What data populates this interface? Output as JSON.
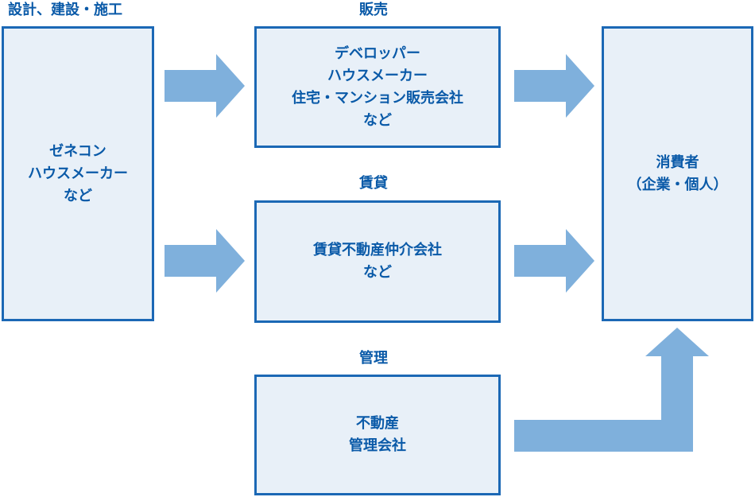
{
  "headers": {
    "design_build": "設計、建設・施工",
    "sales": "販売",
    "rental": "賃貸",
    "management": "管理"
  },
  "boxes": {
    "general_contractor": [
      "ゼネコン",
      "ハウスメーカー",
      "など"
    ],
    "sales_companies": [
      "デベロッパー",
      "ハウスメーカー",
      "住宅・マンション販売会社",
      "など"
    ],
    "rental_agencies": [
      "賃貸不動産仲介会社",
      "など"
    ],
    "management_companies": [
      "不動産",
      "管理会社"
    ],
    "consumers": [
      "消費者",
      "（企業・個人）"
    ]
  },
  "colors": {
    "box_border": "#1b68b5",
    "box_fill": "#e8f0f8",
    "text": "#0a5aa8",
    "arrow": "#7fb0dc"
  }
}
